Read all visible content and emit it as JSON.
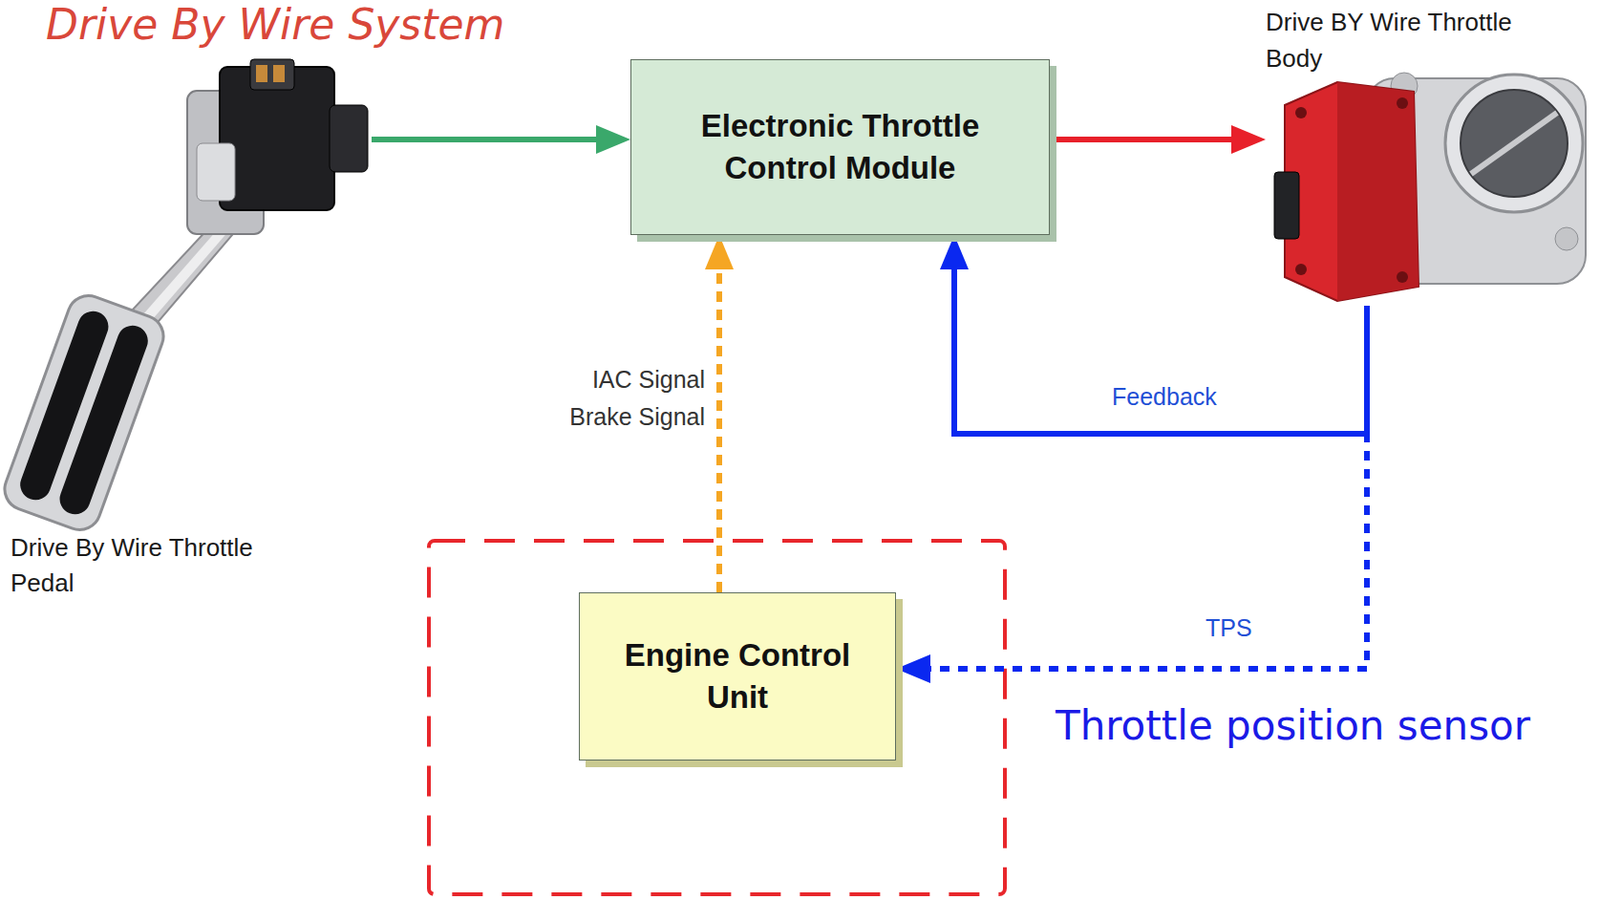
{
  "diagram": {
    "title": "Drive By Wire System",
    "nodes": [
      {
        "text": [
          "Drive By Wire Throttle Pedal"
        ]
      },
      {
        "text": [
          "Electronic Throttle Control Module"
        ]
      },
      {
        "text": [
          "Drive BY Wire Throttle Body"
        ]
      },
      {
        "text": [
          "Engine Control Unit"
        ]
      }
    ],
    "edges": [
      {
        "from": 0,
        "to": 1,
        "arrow": "to"
      },
      {
        "from": 1,
        "to": 2,
        "arrow": "to"
      },
      {
        "from": 2,
        "to": 1,
        "label": "Feedback",
        "arrow": "to"
      },
      {
        "from": 2,
        "to": 3,
        "label": "TPS",
        "arrow": "to"
      },
      {
        "from": 3,
        "to": 1,
        "label": "IAC Signal Brake Signal",
        "arrow": "to"
      }
    ],
    "labels": [
      "Throttle position sensor"
    ]
  }
}
